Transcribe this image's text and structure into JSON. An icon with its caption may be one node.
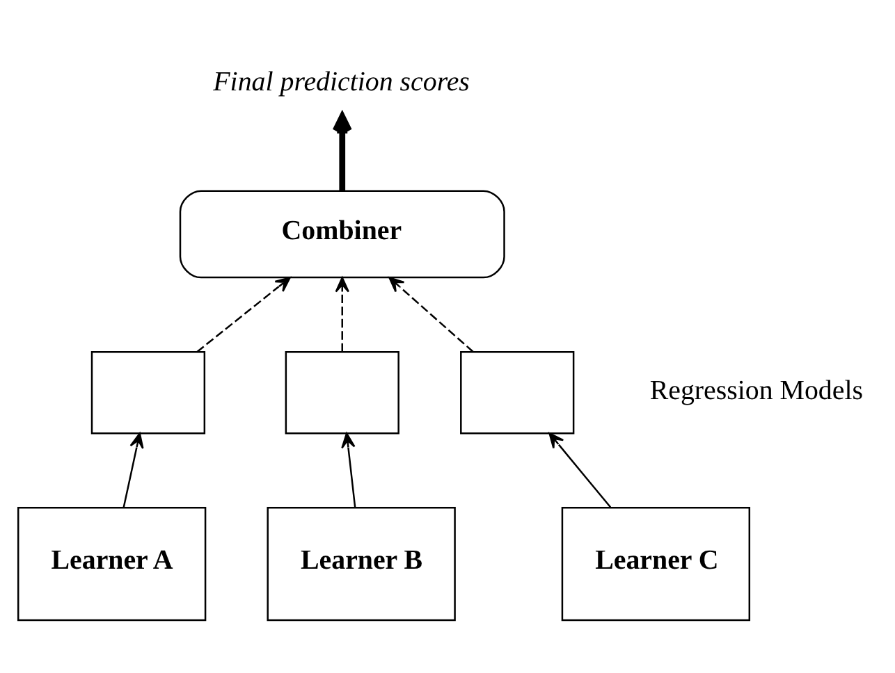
{
  "diagram": {
    "nodes": [
      {
        "text": [
          "Combiner"
        ]
      },
      {
        "text": [],
        "shape": "box"
      },
      {
        "text": [],
        "shape": "box"
      },
      {
        "text": [],
        "shape": "box"
      },
      {
        "text": [
          "Learner A"
        ]
      },
      {
        "text": [
          "Learner B"
        ]
      },
      {
        "text": [
          "Learner C"
        ]
      },
      {
        "text": [
          "Final prediction scores"
        ]
      }
    ],
    "edges": [
      {
        "from": 4,
        "to": 1,
        "arrow": "to"
      },
      {
        "from": 5,
        "to": 2,
        "arrow": "to"
      },
      {
        "from": 6,
        "to": 3,
        "arrow": "to"
      },
      {
        "from": 1,
        "to": 0,
        "arrow": "to",
        "style": "dashed"
      },
      {
        "from": 2,
        "to": 0,
        "arrow": "to",
        "style": "dashed"
      },
      {
        "from": 3,
        "to": 0,
        "arrow": "to",
        "style": "dashed"
      },
      {
        "from": 0,
        "to": 7,
        "arrow": "to",
        "style": "thick"
      }
    ],
    "labels": [
      "Regression Models"
    ]
  }
}
